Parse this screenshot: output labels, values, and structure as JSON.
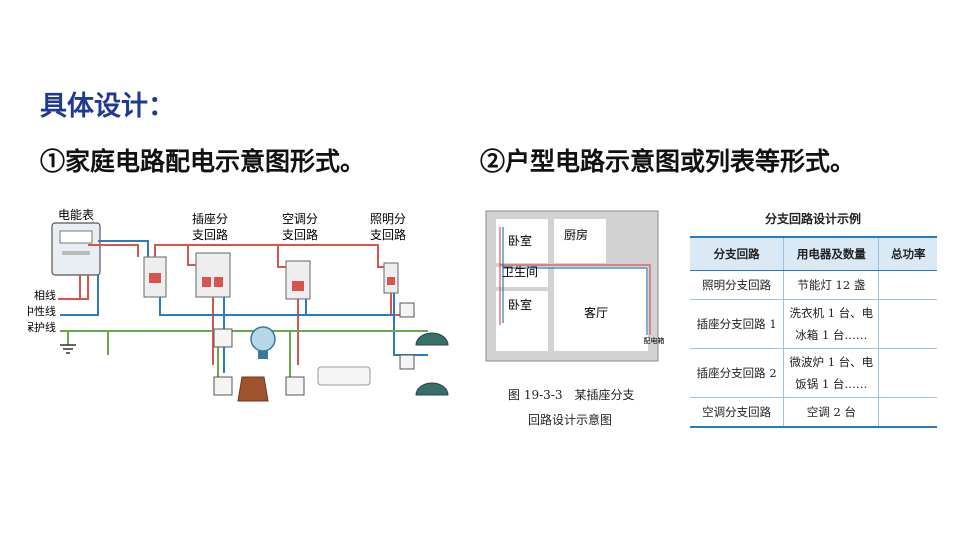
{
  "heading": "具体设计：",
  "subtitle1": "①家庭电路配电示意图形式。",
  "subtitle2": "②户型电路示意图或列表等形式。",
  "wiring": {
    "meter_label": "电能表",
    "socket_branch": [
      "插座分",
      "支回路"
    ],
    "ac_branch": [
      "空调分",
      "支回路"
    ],
    "light_branch": [
      "照明分",
      "支回路"
    ],
    "line_labels": [
      "相线",
      "中性线",
      "保护线"
    ],
    "colors": {
      "phase": "#d9534f",
      "neutral": "#2a7bbf",
      "earth": "#6aa84f"
    }
  },
  "floorplan": {
    "rooms": [
      "卧室",
      "厨房",
      "卫生间",
      "卧室",
      "客厅"
    ],
    "box_label": "配电箱",
    "caption_line1": "图 19-3-3　某插座分支",
    "caption_line2": "回路设计示意图"
  },
  "table": {
    "title": "分支回路设计示例",
    "headers": [
      "分支回路",
      "用电器及数量",
      "总功率"
    ],
    "rows": [
      {
        "branch": "照明分支回路",
        "appliance": "节能灯 12 盏",
        "power": ""
      },
      {
        "branch": "插座分支回路 1",
        "appliance": "洗衣机 1 台、电冰箱 1 台……",
        "power": ""
      },
      {
        "branch": "插座分支回路 2",
        "appliance": "微波炉 1 台、电饭锅 1 台……",
        "power": ""
      },
      {
        "branch": "空调分支回路",
        "appliance": "空调 2 台",
        "power": ""
      }
    ]
  }
}
